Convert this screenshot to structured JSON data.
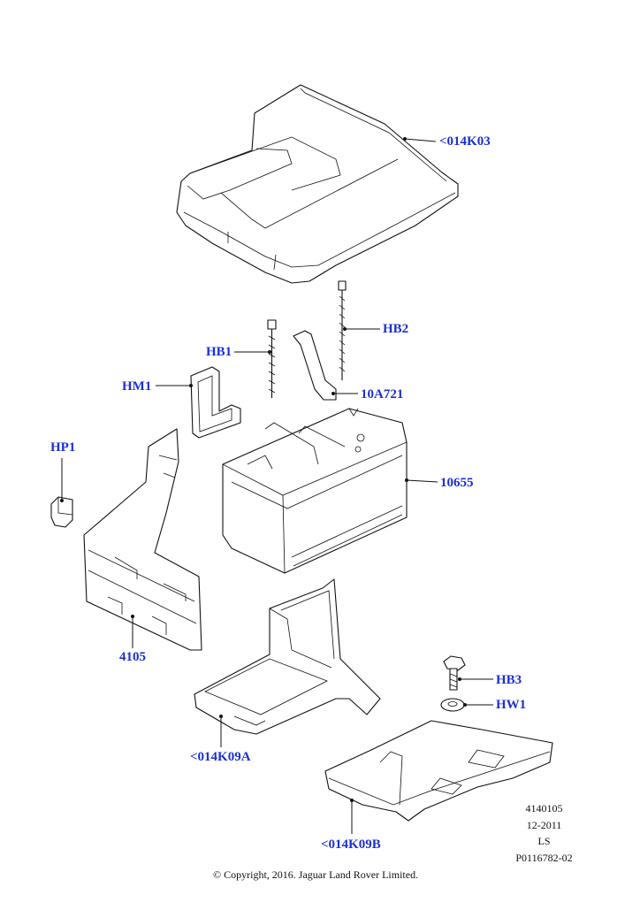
{
  "colors": {
    "callout": "#1a2fd6",
    "linework": "#111111",
    "background": "#ffffff"
  },
  "callouts": {
    "p014K03": "<014K03",
    "HB2": "HB2",
    "HB1": "HB1",
    "HM1": "HM1",
    "p10A721": "10A721",
    "HP1": "HP1",
    "p10655": "10655",
    "p4105": "4105",
    "HB3": "HB3",
    "HW1": "HW1",
    "p014K09A": "<014K09A",
    "p014K09B": "<014K09B"
  },
  "meta": {
    "figure_number": "4140105",
    "date": "12-2011",
    "code": "LS",
    "illustration_id": "P0116782-02"
  },
  "copyright": "© Copyright, 2016. Jaguar Land Rover Limited."
}
